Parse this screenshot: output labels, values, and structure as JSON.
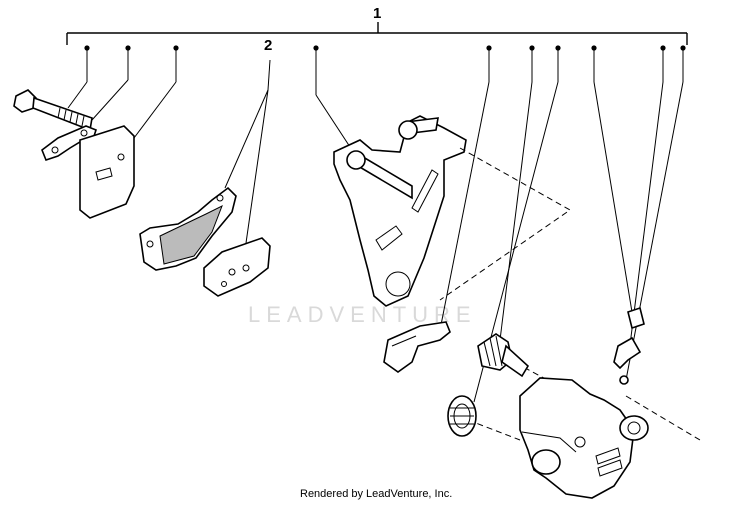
{
  "callouts": {
    "assembly_number": "1",
    "pad_set_number": "2"
  },
  "watermark": "LEADVENTURE",
  "credit": "Rendered by LeadVenture, Inc.",
  "colors": {
    "ink": "#000000",
    "background": "#ffffff",
    "watermark": "#d9d9d9"
  }
}
